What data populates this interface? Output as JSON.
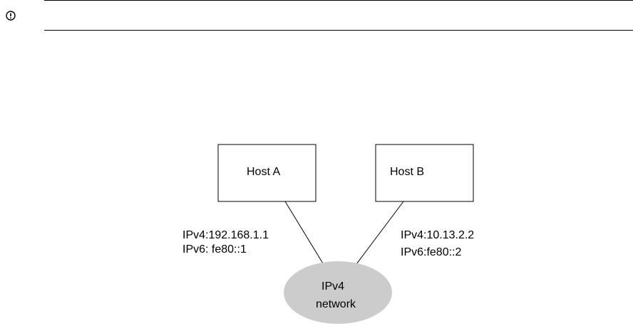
{
  "note": {
    "icon": "exclamation-circle-icon"
  },
  "diagram": {
    "host_a": {
      "label": "Host A"
    },
    "host_b": {
      "label": "Host B"
    },
    "host_a_addresses": {
      "ipv4": "IPv4:192.168.1.1",
      "ipv6": "IPv6: fe80::1"
    },
    "host_b_addresses": {
      "ipv4": "IPv4:10.13.2.2",
      "ipv6": "IPv6:fe80::2"
    },
    "network": {
      "line1": "IPv4",
      "line2": "network",
      "fill": "#cccccc"
    }
  }
}
